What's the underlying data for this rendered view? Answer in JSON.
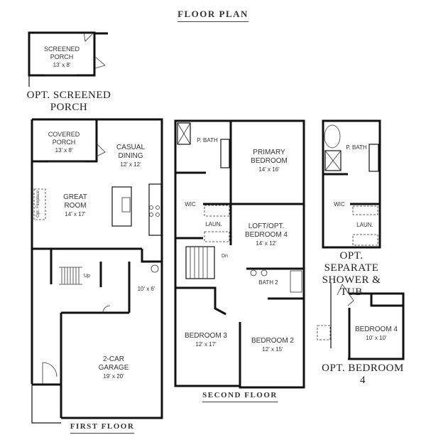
{
  "header": {
    "title": "FLOOR PLAN"
  },
  "screened_porch_option": {
    "caption_line1": "OPT. SCREENED",
    "caption_line2": "PORCH",
    "room": {
      "name_line1": "SCREENED",
      "name_line2": "PORCH",
      "dims": "13' x 8'"
    }
  },
  "first_floor": {
    "caption": "FIRST FLOOR",
    "rooms": [
      {
        "name_line1": "COVERED",
        "name_line2": "PORCH",
        "dims": "13' x 8'"
      },
      {
        "name_line1": "CASUAL",
        "name_line2": "DINING",
        "dims": "12' x 12'"
      },
      {
        "name_line1": "GREAT",
        "name_line2": "ROOM",
        "dims": "14' x 17'"
      },
      {
        "name_line1": "2-CAR",
        "name_line2": "GARAGE",
        "dims": "19' x 20'"
      }
    ],
    "fireplace_label": "Opt. Fireplace",
    "stair_label": "Up",
    "storage_dims": "10' x 6'"
  },
  "second_floor": {
    "caption": "SECOND FLOOR",
    "rooms": [
      {
        "name": "P. BATH"
      },
      {
        "name_line1": "PRIMARY",
        "name_line2": "BEDROOM",
        "dims": "14' x 16'"
      },
      {
        "name": "WIC"
      },
      {
        "name": "LAUN."
      },
      {
        "name_line1": "LOFT/OPT.",
        "name_line2": "BEDROOM 4",
        "dims": "14' x 12'"
      },
      {
        "name": "BATH 2"
      },
      {
        "name": "BEDROOM 3",
        "dims": "12' x 17'"
      },
      {
        "name": "BEDROOM 2",
        "dims": "12' x 15'"
      }
    ],
    "stair_label": "Dn"
  },
  "separate_shower_option": {
    "caption_line1": "OPT. SEPARATE",
    "caption_line2": "SHOWER & TUB",
    "rooms": [
      {
        "name": "P. BATH"
      },
      {
        "name": "WIC"
      },
      {
        "name": "LAUN."
      }
    ]
  },
  "bedroom4_option": {
    "caption": "OPT. BEDROOM 4",
    "room": {
      "name": "BEDROOM 4",
      "dims": "10' x 10'"
    }
  }
}
